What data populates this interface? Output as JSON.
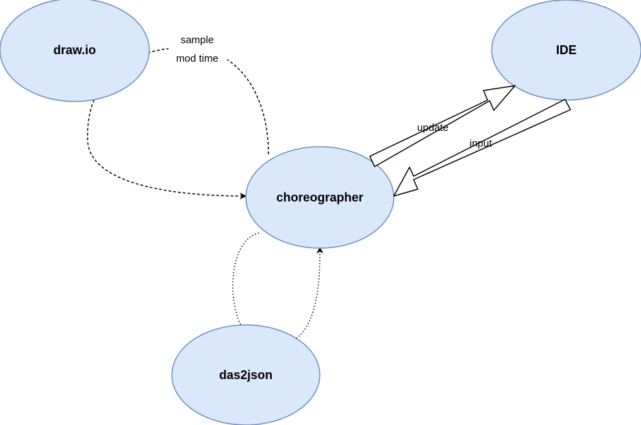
{
  "diagram": {
    "nodes": {
      "drawio": {
        "label": "draw.io"
      },
      "ide": {
        "label": "IDE"
      },
      "choreographer": {
        "label": "choreographer"
      },
      "das2json": {
        "label": "das2json"
      }
    },
    "edges": {
      "sample": {
        "label_line1": "sample",
        "label_line2": "mod time"
      },
      "update": {
        "label": "update"
      },
      "input": {
        "label": "input"
      }
    }
  },
  "colors": {
    "node_fill": "#dae8fc",
    "node_stroke": "#6c8ebf",
    "edge_stroke": "#000000",
    "background": "#ffffff"
  }
}
